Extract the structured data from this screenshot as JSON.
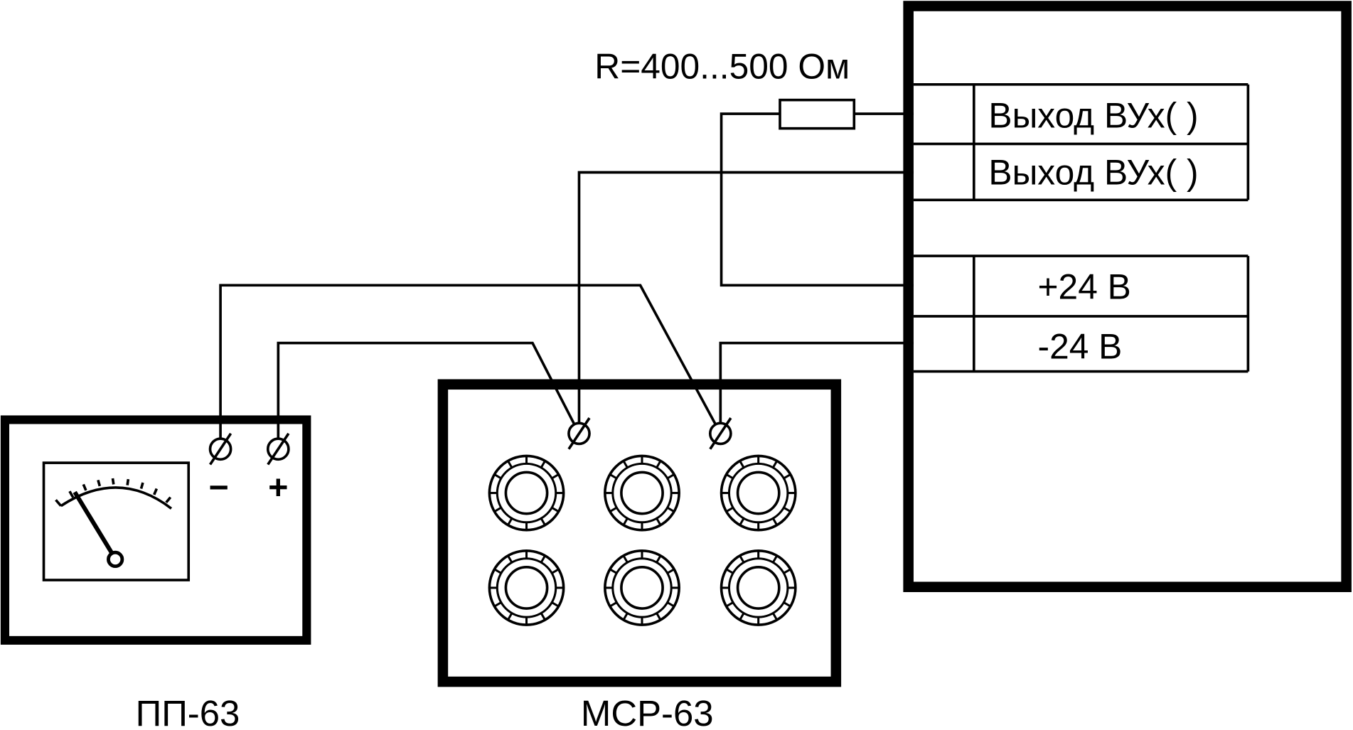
{
  "resistor": {
    "label": "R=400...500 Ом"
  },
  "controller": {
    "terminals": [
      {
        "label": "Выход ВУх( )"
      },
      {
        "label": "Выход ВУх( )"
      },
      {
        "label": "+24 В"
      },
      {
        "label": "-24 В"
      }
    ]
  },
  "meter": {
    "name": "ПП-63",
    "minus_label": "−",
    "plus_label": "+"
  },
  "box": {
    "name": "МСР-63"
  },
  "colors": {
    "line": "#000000",
    "background": "#ffffff"
  }
}
